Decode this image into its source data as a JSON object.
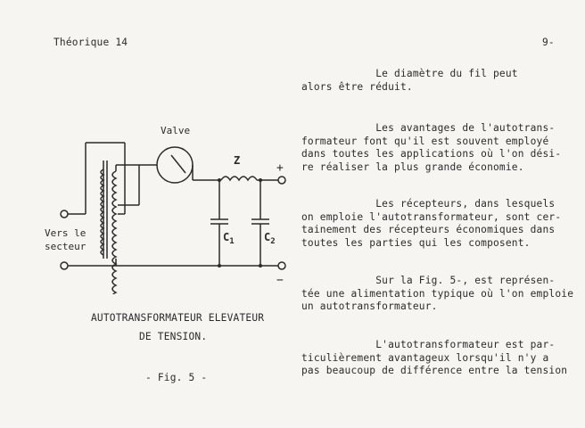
{
  "header": {
    "left": "Théorique 14",
    "right": "9-"
  },
  "paragraphs": [
    {
      "lines": [
        "            Le diamètre du fil peut",
        "alors être réduit."
      ]
    },
    {
      "lines": [
        "            Les avantages de l'autotrans-",
        "formateur font qu'il est souvent employé",
        "dans toutes les applications où l'on dési-",
        "re réaliser la plus grande économie."
      ]
    },
    {
      "lines": [
        "            Les récepteurs, dans lesquels",
        "on emploie l'autotransformateur, sont cer-",
        "tainement des récepteurs économiques dans",
        "toutes les parties qui les composent."
      ]
    },
    {
      "lines": [
        "            Sur la Fig. 5-, est représen-",
        "tée une alimentation typique où l'on emploie",
        "un autotransformateur."
      ]
    },
    {
      "lines": [
        "            L'autotransformateur est par-",
        "ticulièrement avantageux lorsqu'il n'y a",
        "pas beaucoup de différence entre la tension"
      ]
    }
  ],
  "figure": {
    "label_valve": "Valve",
    "label_z": "Z",
    "label_plus": "+",
    "label_minus": "−",
    "label_c1": "C",
    "label_c1_sub": "1",
    "label_c2": "C",
    "label_c2_sub": "2",
    "label_vers_line1": "Vers le",
    "label_vers_line2": "secteur",
    "caption_line1": "AUTOTRANSFORMATEUR ELEVATEUR",
    "caption_line2": "DE TENSION.",
    "fig_label": "- Fig. 5 -"
  }
}
